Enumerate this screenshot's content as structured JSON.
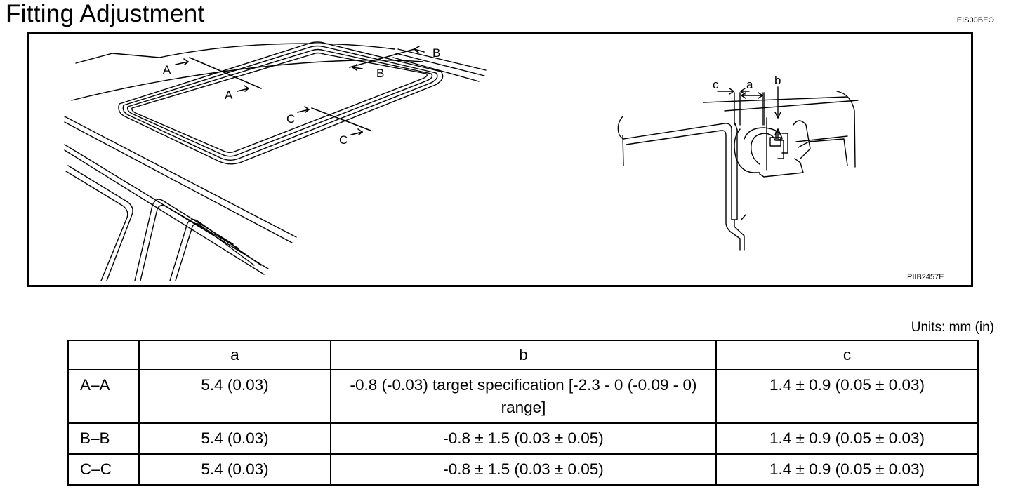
{
  "header": {
    "title": "Fitting Adjustment",
    "doc_code": "EIS00BEO"
  },
  "figure": {
    "code": "PIIB2457E",
    "section_labels": [
      "A",
      "A",
      "B",
      "B",
      "C",
      "C"
    ],
    "dimension_labels": {
      "a": "a",
      "b": "b",
      "c": "c"
    }
  },
  "units": "Units: mm (in)",
  "table": {
    "columns": [
      "",
      "a",
      "b",
      "c"
    ],
    "rows": [
      {
        "section": "A–A",
        "a": "5.4 (0.03)",
        "b": "-0.8 (-0.03) target specification [-2.3 - 0 (-0.09 - 0) range]",
        "c": "1.4 ± 0.9 (0.05 ± 0.03)"
      },
      {
        "section": "B–B",
        "a": "5.4 (0.03)",
        "b": "-0.8 ± 1.5 (0.03 ± 0.05)",
        "c": "1.4 ± 0.9 (0.05 ± 0.03)"
      },
      {
        "section": "C–C",
        "a": "5.4 (0.03)",
        "b": "-0.8 ± 1.5 (0.03 ± 0.05)",
        "c": "1.4 ± 0.9 (0.05 ± 0.03)"
      }
    ]
  }
}
